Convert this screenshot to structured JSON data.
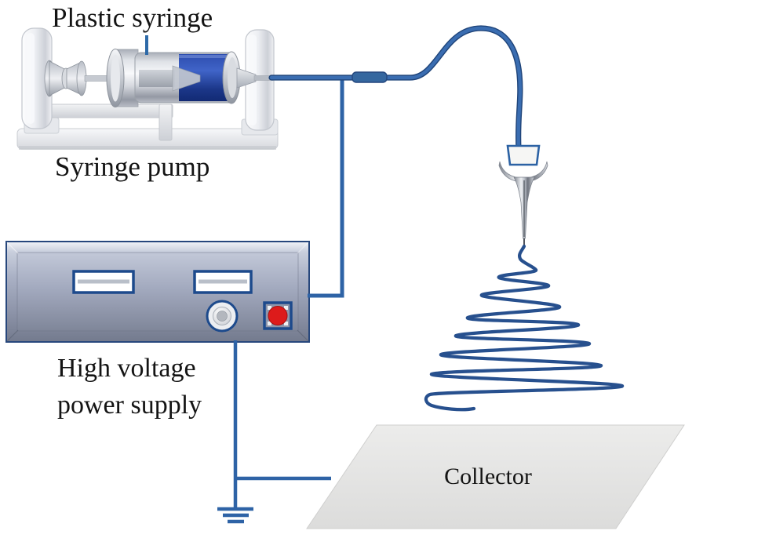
{
  "figure": {
    "type": "schematic-diagram",
    "subject": "Electrospinning setup",
    "labels": {
      "plastic_syringe": "Plastic syringe",
      "syringe_pump": "Syringe pump",
      "high_voltage_line1": "High voltage",
      "high_voltage_line2": "power supply",
      "collector": "Collector"
    },
    "components": [
      "syringe-pump",
      "plastic-syringe",
      "feed-tube",
      "spinneret-nozzle",
      "polymer-jet-spiral",
      "high-voltage-power-supply",
      "ground-symbol",
      "collector-plate"
    ],
    "colors": {
      "tube_blue": "#2c62a4",
      "tube_outline": "#1f4479",
      "jet_blue": "#27508e",
      "solution_blue": "#2847a8",
      "power_supply_face": "#9aa1b6",
      "panel_border_blue": "#1d4a8c",
      "power_button_red": "#dd1b1b",
      "collector_gray": "#e4e4e3",
      "label_text": "#141414"
    }
  }
}
